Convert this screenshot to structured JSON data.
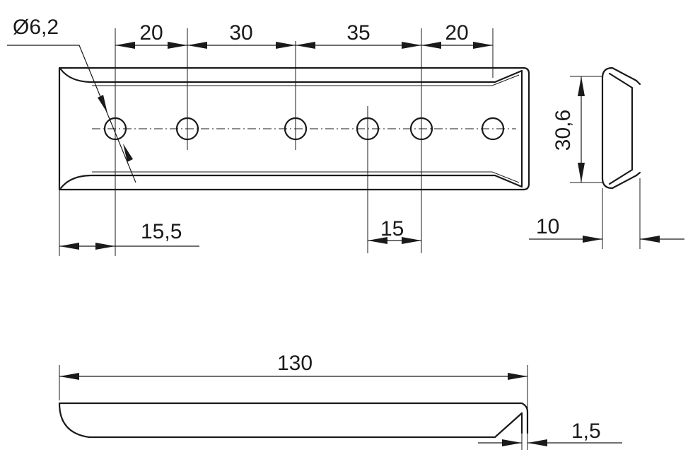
{
  "drawing": {
    "hole_diameter": "Ø6,2",
    "pitch_1": "20",
    "pitch_2": "30",
    "pitch_3": "35",
    "pitch_4": "20",
    "edge_to_first_hole": "15,5",
    "hole_spacing_small": "15",
    "height": "30,6",
    "profile_depth": "10",
    "overall_length": "130",
    "thickness": "1,5"
  }
}
